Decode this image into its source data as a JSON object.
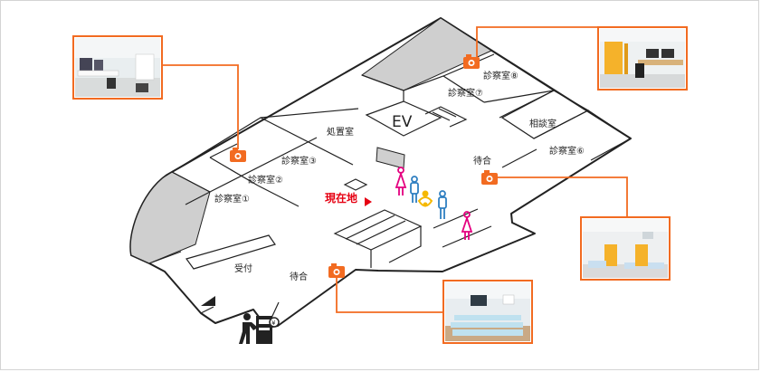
{
  "colors": {
    "accent": "#f26b21",
    "current_location": "#e60012",
    "person_magenta": "#e4007f",
    "person_blue": "#2f7fc1",
    "child_yellow": "#f5b800",
    "outline": "#222222",
    "shaded_area": "#cfcfcf"
  },
  "floor_map": {
    "elevator_label": "EV",
    "current_location_label": "現在地",
    "rooms": {
      "exam_1": "診察室①",
      "exam_2": "診察室②",
      "exam_3": "診察室③",
      "exam_6": "診察室⑥",
      "exam_7": "診察室⑦",
      "exam_8": "診察室⑧",
      "treatment": "処置室",
      "consultation": "相談室",
      "waiting_right": "待合",
      "waiting_lower": "待合",
      "reception": "受付"
    }
  },
  "photo_callouts": [
    {
      "name": "exam-room-photo",
      "icon": "camera-icon"
    },
    {
      "name": "exam-room-8-photo",
      "icon": "camera-icon"
    },
    {
      "name": "waiting-area-photo",
      "icon": "camera-icon"
    },
    {
      "name": "lower-waiting-photo",
      "icon": "camera-icon"
    }
  ],
  "icons": {
    "camera": "camera-icon",
    "entrance": "entrance-arrow-icon",
    "payment_machine": "payment-machine-icon",
    "wheelchair_person": "woman-icon",
    "man": "man-icon",
    "child": "child-icon"
  }
}
